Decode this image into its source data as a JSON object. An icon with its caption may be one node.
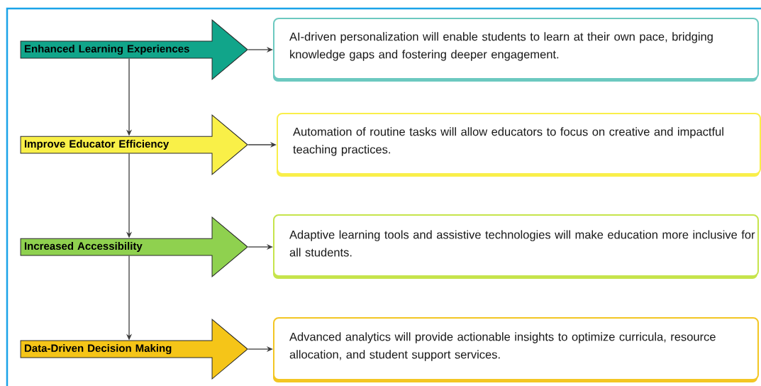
{
  "diagram": {
    "nodes": [
      {
        "text": [
          "Enhanced Learning Experiences"
        ]
      },
      {
        "text": [
          "AI-driven personalization will enable students to learn at their own pace, bridging knowledge gaps and fostering deeper engagement."
        ]
      },
      {
        "text": [
          "Improve Educator Efficiency"
        ]
      },
      {
        "text": [
          "Automation of routine tasks will allow educators to focus on creative and impactful teaching practices."
        ]
      },
      {
        "text": [
          "Increased Accessibility"
        ]
      },
      {
        "text": [
          "Adaptive learning tools and assistive technologies will make education more inclusive for all students."
        ]
      },
      {
        "text": [
          "Data-Driven Decision Making"
        ]
      },
      {
        "text": [
          "Advanced analytics will provide actionable insights to optimize curricula, resource allocation, and student support services."
        ]
      }
    ],
    "edges": [
      {
        "from": 0,
        "to": 1,
        "arrow": "to"
      },
      {
        "from": 2,
        "to": 3,
        "arrow": "to"
      },
      {
        "from": 4,
        "to": 5,
        "arrow": "to"
      },
      {
        "from": 6,
        "to": 7,
        "arrow": "to"
      },
      {
        "from": 0,
        "to": 2,
        "arrow": "to"
      },
      {
        "from": 2,
        "to": 4,
        "arrow": "to"
      },
      {
        "from": 4,
        "to": 6,
        "arrow": "to"
      }
    ]
  }
}
